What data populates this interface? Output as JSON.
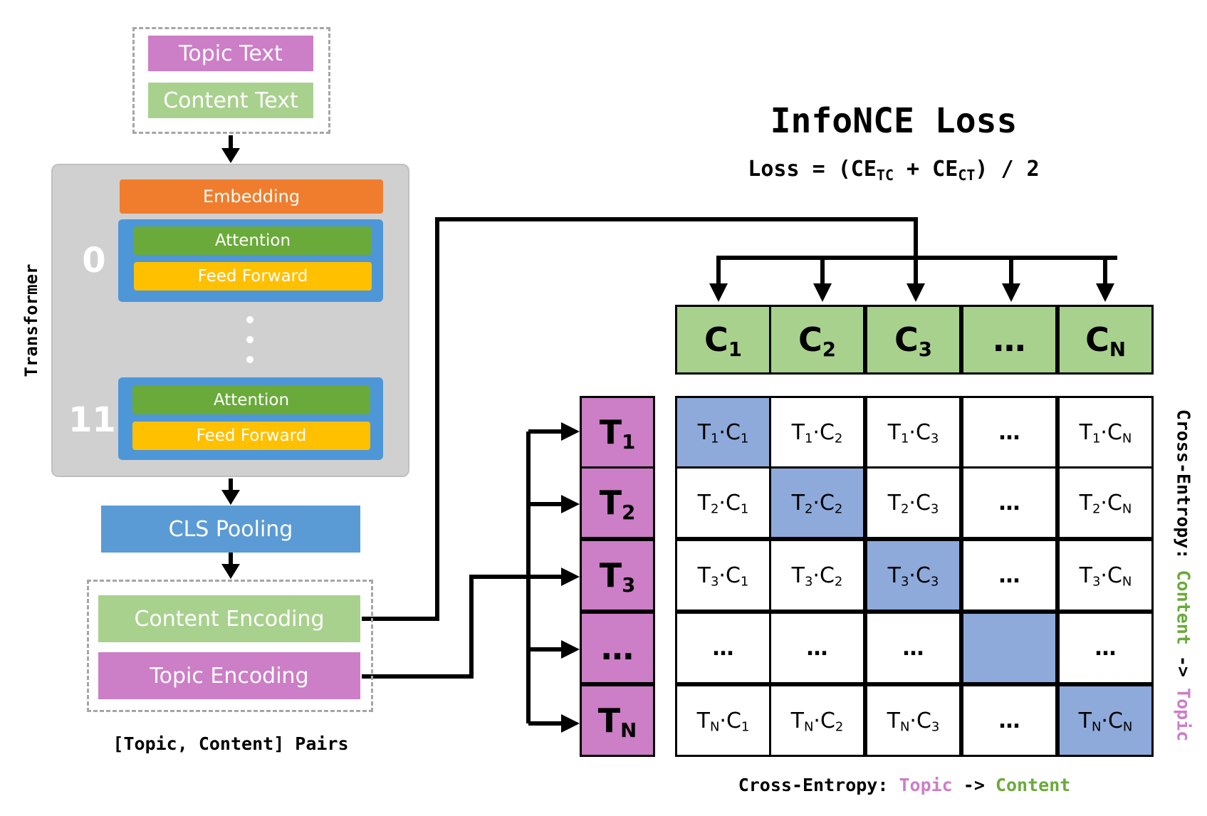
{
  "inputs": {
    "topic_text": "Topic Text",
    "content_text": "Content Text"
  },
  "transformer": {
    "label": "Transformer",
    "embedding": "Embedding",
    "layer_first": {
      "index": "0",
      "attention": "Attention",
      "ffn": "Feed Forward"
    },
    "layer_last": {
      "index": "11",
      "attention": "Attention",
      "ffn": "Feed Forward"
    }
  },
  "pooling": "CLS Pooling",
  "encodings": {
    "content": "Content Encoding",
    "topic": "Topic Encoding",
    "caption": "[Topic, Content] Pairs"
  },
  "loss": {
    "title": "InfoNCE Loss",
    "formula_prefix": "Loss = (CE",
    "sub_tc": "TC",
    "formula_mid": " + CE",
    "sub_ct": "CT",
    "formula_suffix": ") / 2"
  },
  "columns": [
    {
      "base": "C",
      "sub": "1"
    },
    {
      "base": "C",
      "sub": "2"
    },
    {
      "base": "C",
      "sub": "3"
    },
    {
      "base": "…",
      "sub": ""
    },
    {
      "base": "C",
      "sub": "N"
    }
  ],
  "rows": [
    {
      "base": "T",
      "sub": "1"
    },
    {
      "base": "T",
      "sub": "2"
    },
    {
      "base": "T",
      "sub": "3"
    },
    {
      "base": "…",
      "sub": ""
    },
    {
      "base": "T",
      "sub": "N"
    }
  ],
  "matrix": {
    "ellipsis": "…",
    "diagonal_color": "#8eaadb"
  },
  "axis_bottom": {
    "prefix": "Cross-Entropy: ",
    "from": "Topic",
    "arrow": " -> ",
    "to": "Content"
  },
  "axis_right": {
    "prefix": "Cross-Entropy: ",
    "from": "Content",
    "arrow": " -> ",
    "to": "Topic"
  },
  "colors": {
    "topic": "#cc7ec6",
    "content": "#a9d18e",
    "embedding": "#f07d2e",
    "attention": "#6aaa3a",
    "ffn": "#ffc000",
    "layer": "#4d97d8",
    "pooling": "#5b9bd5"
  }
}
